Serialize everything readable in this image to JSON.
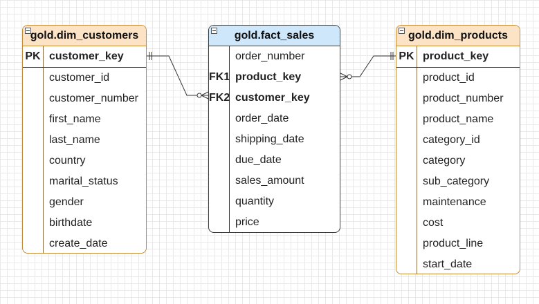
{
  "entities": {
    "customers": {
      "title": "gold.dim_customers",
      "pk_label": "PK",
      "pk_field": "customer_key",
      "fields": [
        "customer_id",
        "customer_number",
        "first_name",
        "last_name",
        "country",
        "marital_status",
        "gender",
        "birthdate",
        "create_date"
      ]
    },
    "sales": {
      "title": "gold.fact_sales",
      "fields": [
        {
          "key": "",
          "name": "order_number",
          "bold": false
        },
        {
          "key": "FK1",
          "name": "product_key",
          "bold": true
        },
        {
          "key": "FK2",
          "name": "customer_key",
          "bold": true
        },
        {
          "key": "",
          "name": "order_date",
          "bold": false
        },
        {
          "key": "",
          "name": "shipping_date",
          "bold": false
        },
        {
          "key": "",
          "name": "due_date",
          "bold": false
        },
        {
          "key": "",
          "name": "sales_amount",
          "bold": false
        },
        {
          "key": "",
          "name": "quantity",
          "bold": false
        },
        {
          "key": "",
          "name": "price",
          "bold": false
        }
      ]
    },
    "products": {
      "title": "gold.dim_products",
      "pk_label": "PK",
      "pk_field": "product_key",
      "fields": [
        "product_id",
        "product_number",
        "product_name",
        "category_id",
        "category",
        "sub_category",
        "maintenance",
        "cost",
        "product_line",
        "start_date"
      ]
    }
  },
  "relationships": [
    {
      "from": "gold.dim_customers.customer_key",
      "to": "gold.fact_sales.customer_key",
      "from_cardinality": "one-and-only-one",
      "to_cardinality": "zero-or-many"
    },
    {
      "from": "gold.dim_products.product_key",
      "to": "gold.fact_sales.product_key",
      "from_cardinality": "one-and-only-one",
      "to_cardinality": "zero-or-many"
    }
  ],
  "colors": {
    "dim_header": "#fde3c6",
    "dim_border": "#c58a36",
    "fact_header": "#cfe7fb",
    "line": "#333333"
  }
}
